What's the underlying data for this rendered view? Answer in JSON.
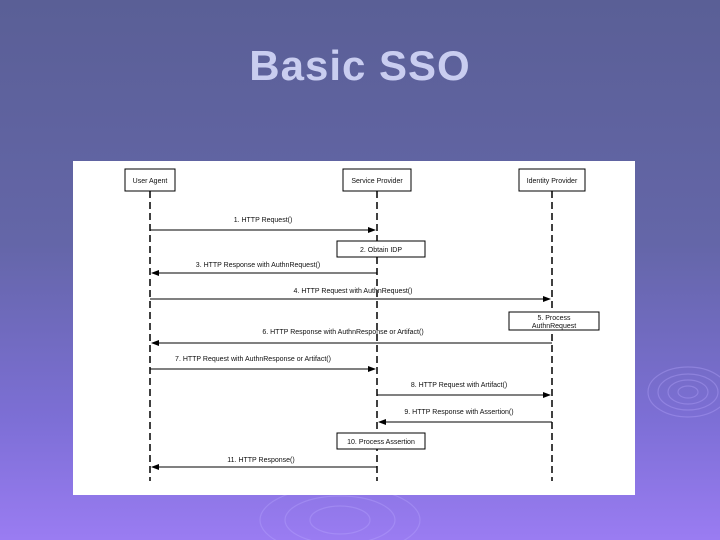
{
  "slide": {
    "title": "Basic SSO"
  },
  "diagram": {
    "participants": {
      "user_agent": "User Agent",
      "service_provider": "Service Provider",
      "identity_provider": "Identity Provider"
    },
    "messages": {
      "m1": "1. HTTP Request()",
      "m3": "3. HTTP Response with AuthnRequest()",
      "m4": "4. HTTP Request with AuthnRequest()",
      "m6": "6. HTTP Response with AuthnResponse or Artifact()",
      "m7": "7. HTTP Request with AuthnResponse or Artifact()",
      "m8": "8. HTTP Request with Artifact()",
      "m9": "9. HTTP Response with Assertion()",
      "m11": "11. HTTP Response()"
    },
    "actions": {
      "a2": "2. Obtain IDP",
      "a5_line1": "5. Process",
      "a5_line2": "AuthnRequest",
      "a10": "10. Process Assertion"
    }
  }
}
